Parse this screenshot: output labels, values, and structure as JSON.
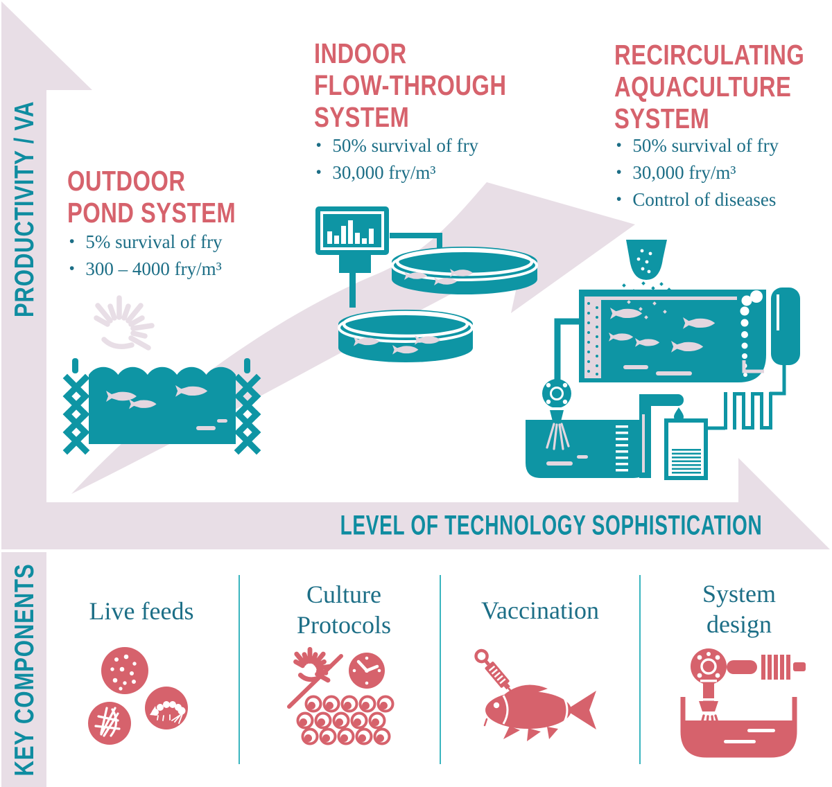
{
  "palette": {
    "coral": "#d6626c",
    "teal": "#0e95a4",
    "pink": "#e8dee6",
    "pale": "#e3d6df",
    "axisteal": "#0f8ca0",
    "textteal": "#1c6e86",
    "divider": "#3ab5bf"
  },
  "y_axis": {
    "label": "PRODUCTIVITY / VA"
  },
  "x_axis": {
    "label": "LEVEL OF TECHNOLOGY SOPHISTICATION"
  },
  "key_components": {
    "label": "KEY COMPONENTS"
  },
  "systems": [
    {
      "id": "outdoor-pond-system",
      "title": "OUTDOOR\nPOND SYSTEM",
      "bullets": [
        "5% survival of fry",
        "300 – 4000 fry/m³"
      ],
      "icon": "outdoor-pond-illustration"
    },
    {
      "id": "indoor-flow-through-system",
      "title": "INDOOR\nFLOW-THROUGH\nSYSTEM",
      "bullets": [
        "50% survival of fry",
        "30,000 fry/m³"
      ],
      "icon": "indoor-flow-through-illustration"
    },
    {
      "id": "recirculating-aquaculture-system",
      "title": "RECIRCULATING\nAQUACULTURE\nSYSTEM",
      "bullets": [
        "50% survival of fry",
        "30,000 fry/m³",
        "Control of diseases"
      ],
      "icon": "recirculating-aquaculture-illustration"
    }
  ],
  "components": [
    {
      "label": "Live feeds",
      "icon": "live-feeds-icon"
    },
    {
      "label": "Culture\nProtocols",
      "icon": "culture-protocols-icon"
    },
    {
      "label": "Vaccination",
      "icon": "vaccination-icon"
    },
    {
      "label": "System\ndesign",
      "icon": "system-design-icon"
    }
  ]
}
